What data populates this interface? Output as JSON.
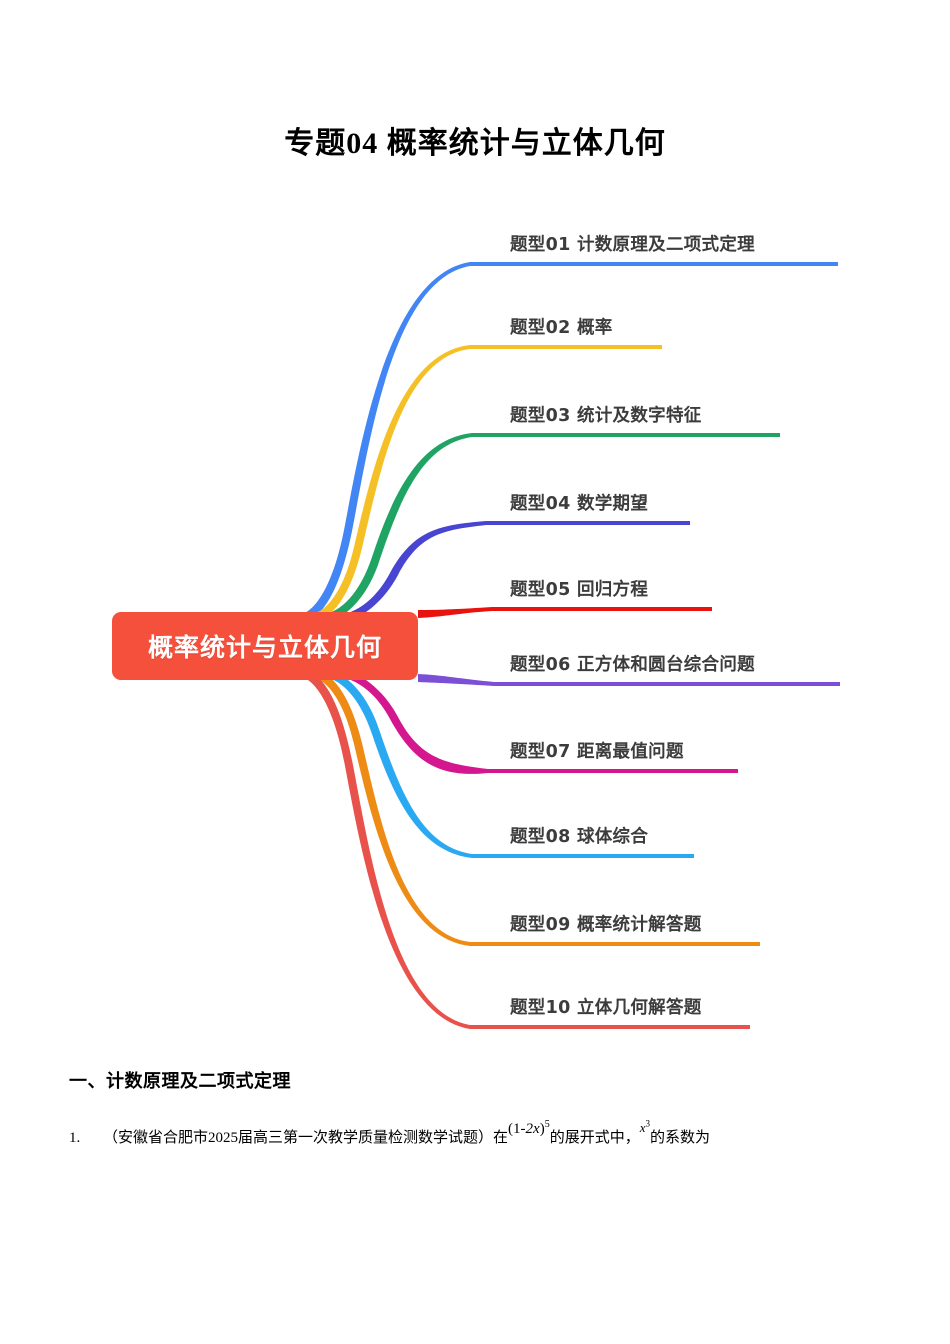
{
  "document": {
    "title": "专题04 概率统计与立体几何"
  },
  "mindmap": {
    "center": {
      "label": "概率统计与立体几何",
      "background_color": "#F4503C",
      "text_color": "#FFFFFF"
    },
    "branches": [
      {
        "label": "题型01 计数原理及二项式定理",
        "color": "#4285F4"
      },
      {
        "label": "题型02 概率",
        "color": "#F5C026"
      },
      {
        "label": "题型03 统计及数字特征",
        "color": "#1FA463"
      },
      {
        "label": "题型04 数学期望",
        "color": "#4845D2"
      },
      {
        "label": "题型05 回归方程",
        "color": "#E8130F"
      },
      {
        "label": "题型06 正方体和圆台综合问题",
        "color": "#7B4FD6"
      },
      {
        "label": "题型07 距离最值问题",
        "color": "#D4178F"
      },
      {
        "label": "题型08 球体综合",
        "color": "#29A9F2"
      },
      {
        "label": "题型09 概率统计解答题",
        "color": "#EE8B15"
      },
      {
        "label": "题型10 立体几何解答题",
        "color": "#E8524B"
      }
    ]
  },
  "content": {
    "section_heading": "一、计数原理及二项式定理",
    "problem": {
      "number": "1.",
      "source_open": "（安徽省合肥市",
      "year": "2025",
      "source_close": "届高三第一次教学质量检测数学试题）",
      "lead": "在",
      "expression_base_open": "(1-",
      "expression_var": "2x",
      "expression_base_close": ")",
      "expression_exponent": "5",
      "middle": "的展开式中，",
      "term_var": "x",
      "term_exponent": "3",
      "tail": "的系数为"
    }
  }
}
